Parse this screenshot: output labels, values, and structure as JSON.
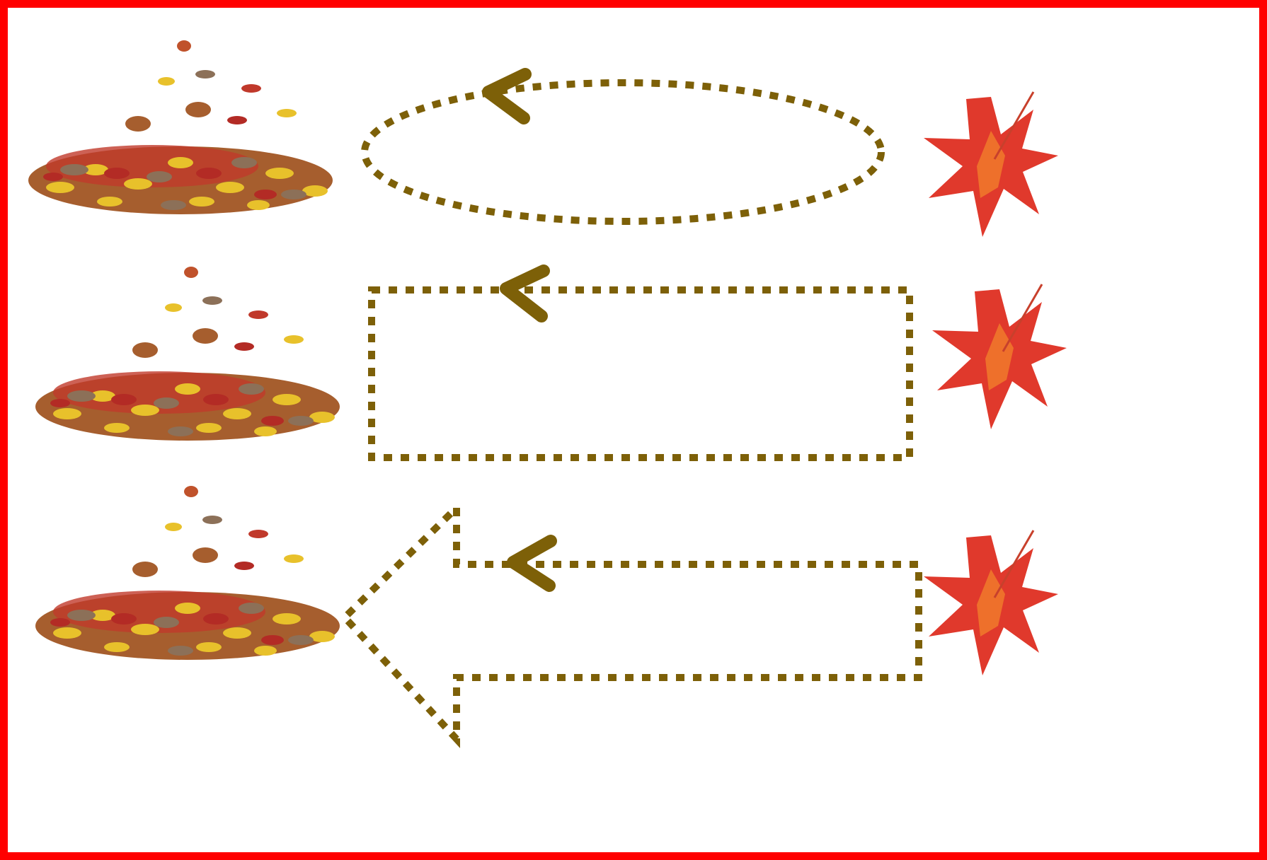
{
  "worksheet": {
    "border_color": "#ff0000",
    "background": "#ffffff",
    "trace_color": "#7d6008",
    "rows": [
      {
        "start_icon": "maple-leaf-icon",
        "end_icon": "leaf-pile-icon",
        "path_shape": "ellipse",
        "direction": "right-to-left"
      },
      {
        "start_icon": "maple-leaf-icon",
        "end_icon": "leaf-pile-icon",
        "path_shape": "rectangle",
        "direction": "right-to-left"
      },
      {
        "start_icon": "maple-leaf-icon",
        "end_icon": "leaf-pile-icon",
        "path_shape": "arrow",
        "direction": "right-to-left"
      }
    ]
  }
}
